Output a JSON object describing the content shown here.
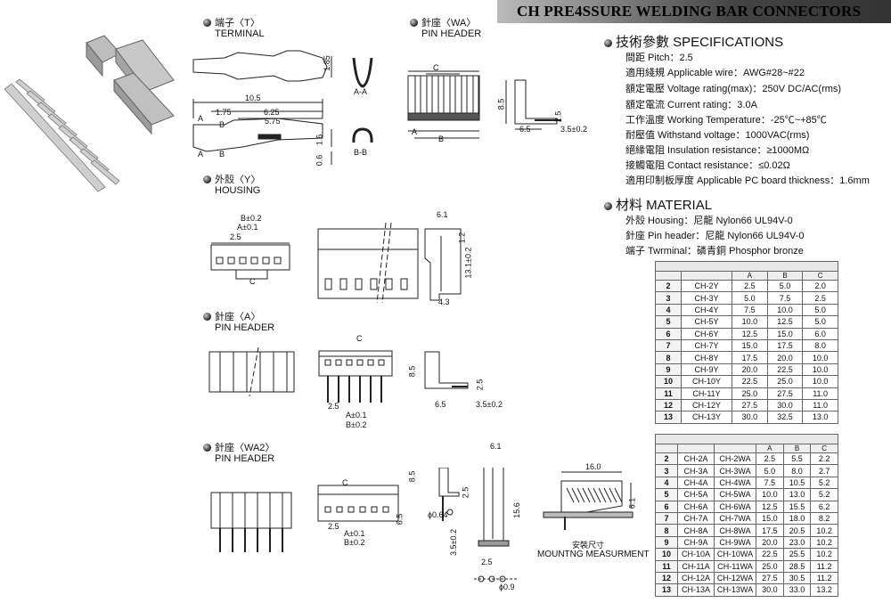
{
  "banner": {
    "title": "CH PRE4SSURE WELDING BAR CONNECTORS"
  },
  "sections": {
    "terminal": {
      "cn": "端子〈T〉",
      "en": "TERMINAL"
    },
    "wa_header": {
      "cn": "針座〈WA〉",
      "en": "PIN HEADER"
    },
    "housing": {
      "cn": "外殼〈Y〉",
      "en": "HOUSING"
    },
    "a_header": {
      "cn": "針座〈A〉",
      "en": "PIN HEADER"
    },
    "wa2_header": {
      "cn": "針座〈WA2〉",
      "en": "PIN HEADER"
    }
  },
  "specifications": {
    "heading": "技術參數 SPECIFICATIONS",
    "lines": [
      "間距 Pitch：2.5",
      "適用綫規 Applicable wire：AWG#28~#22",
      "額定電壓 Voltage rating(max)：250V DC/AC(rms)",
      "額定電流 Current rating：3.0A",
      "工作溫度 Working Temperature：-25℃~+85℃",
      "耐壓值 Withstand voltage：1000VAC(rms)",
      "絕緣電阻 Insulation resistance：≥1000MΩ",
      "接觸電阻 Contact resistance：≤0.02Ω",
      "適用印制板厚度 Applicable PC board thickness：1.6mm"
    ]
  },
  "material": {
    "heading": "材料 MATERIAL",
    "lines": [
      "外殼 Housing：尼龍 Nylon66 UL94V-0",
      "針座 Pin header：尼龍 Nylon66 UL94V-0",
      "端子 Twrminal：磷青銅 Phosphor bronze"
    ]
  },
  "table_y": {
    "headers": [
      "",
      "",
      "A",
      "B",
      "C"
    ],
    "rows": [
      [
        "2",
        "CH-2Y",
        "2.5",
        "5.0",
        "2.0"
      ],
      [
        "3",
        "CH-3Y",
        "5.0",
        "7.5",
        "2.5"
      ],
      [
        "4",
        "CH-4Y",
        "7.5",
        "10.0",
        "5.0"
      ],
      [
        "5",
        "CH-5Y",
        "10.0",
        "12.5",
        "5.0"
      ],
      [
        "6",
        "CH-6Y",
        "12.5",
        "15.0",
        "6.0"
      ],
      [
        "7",
        "CH-7Y",
        "15.0",
        "17.5",
        "8.0"
      ],
      [
        "8",
        "CH-8Y",
        "17.5",
        "20.0",
        "10.0"
      ],
      [
        "9",
        "CH-9Y",
        "20.0",
        "22.5",
        "10.0"
      ],
      [
        "10",
        "CH-10Y",
        "22.5",
        "25.0",
        "10.0"
      ],
      [
        "11",
        "CH-11Y",
        "25.0",
        "27.5",
        "11.0"
      ],
      [
        "12",
        "CH-12Y",
        "27.5",
        "30.0",
        "11.0"
      ],
      [
        "13",
        "CH-13Y",
        "30.0",
        "32.5",
        "13.0"
      ]
    ]
  },
  "table_a": {
    "headers": [
      "",
      "",
      "",
      "A",
      "B",
      "C"
    ],
    "rows": [
      [
        "2",
        "CH-2A",
        "CH-2WA",
        "2.5",
        "5.5",
        "2.2"
      ],
      [
        "3",
        "CH-3A",
        "CH-3WA",
        "5.0",
        "8.0",
        "2.7"
      ],
      [
        "4",
        "CH-4A",
        "CH-4WA",
        "7.5",
        "10.5",
        "5.2"
      ],
      [
        "5",
        "CH-5A",
        "CH-5WA",
        "10.0",
        "13.0",
        "5.2"
      ],
      [
        "6",
        "CH-6A",
        "CH-6WA",
        "12.5",
        "15.5",
        "6.2"
      ],
      [
        "7",
        "CH-7A",
        "CH-7WA",
        "15.0",
        "18.0",
        "8.2"
      ],
      [
        "8",
        "CH-8A",
        "CH-8WA",
        "17.5",
        "20.5",
        "10.2"
      ],
      [
        "9",
        "CH-9A",
        "CH-9WA",
        "20.0",
        "23.0",
        "10.2"
      ],
      [
        "10",
        "CH-10A",
        "CH-10WA",
        "22.5",
        "25.5",
        "10.2"
      ],
      [
        "11",
        "CH-11A",
        "CH-11WA",
        "25.0",
        "28.5",
        "11.2"
      ],
      [
        "12",
        "CH-12A",
        "CH-12WA",
        "27.5",
        "30.5",
        "11.2"
      ],
      [
        "13",
        "CH-13A",
        "CH-13WA",
        "30.0",
        "33.0",
        "13.2"
      ]
    ]
  },
  "dims": {
    "t_185": "1.85",
    "t_aa": "A-A",
    "t_105": "10.5",
    "t_175": "1.75",
    "t_625": "6.25",
    "t_575": "5.75",
    "t_16": "1.6",
    "t_06": "0.6",
    "t_bb": "B-B",
    "t_A": "A",
    "t_B": "B",
    "wa_c": "C",
    "wa_85": "8.5",
    "wa_25": "2.5",
    "wa_65": "6.5",
    "wa_35": "3.5±0.2",
    "wa_A": "A",
    "wa_B": "B",
    "y_b": "B±0.2",
    "y_a": "A±0.1",
    "y_25": "2.5",
    "y_c": "C",
    "y_61": "6.1",
    "y_131": "13.1±0.2",
    "y_12": "1.2",
    "y_43": "4.3",
    "a_c": "C",
    "a_85": "8.5",
    "a_25": "2.5",
    "a_65": "6.5",
    "a_35": "3.5±0.2",
    "a_A": "A±0.1",
    "a_B": "B±0.2",
    "w2_c": "C",
    "w2_65": "6.5",
    "w2_A": "A±0.1",
    "w2_B": "B±0.2",
    "w2_25": "2.5",
    "w2_85": "8.5",
    "w2_phi": "ϕ0.64",
    "w2_35": "3.5±0.2",
    "w2_61": "6.1",
    "w2_156": "15.6",
    "m_16": "16.0",
    "m_61": "6.1",
    "m_cn": "安裝尺寸",
    "m_en": "MOUNTNG MEASURMENT",
    "h_25": "2.5",
    "h_phi": "ϕ0.9"
  }
}
